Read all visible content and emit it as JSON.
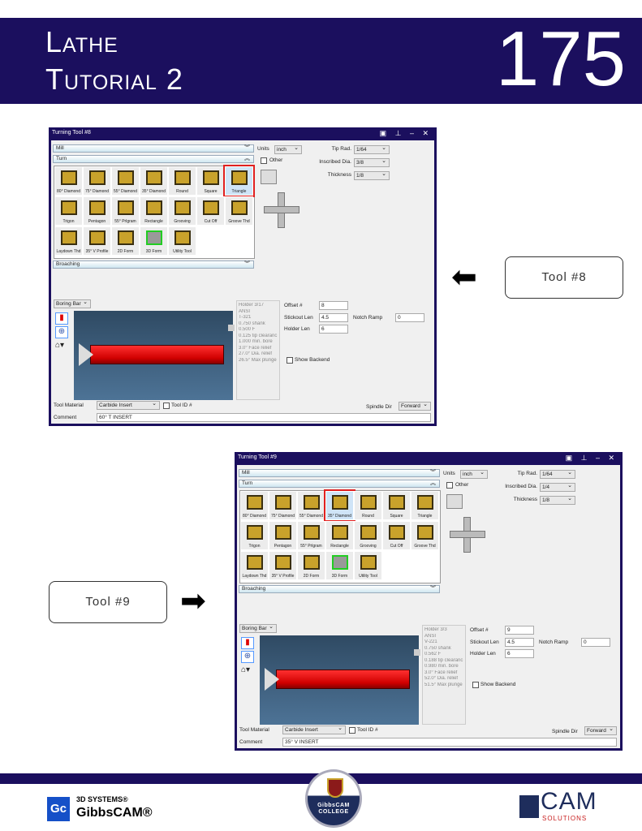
{
  "header": {
    "title_line1": "Lathe",
    "title_line2": "Tutorial 2",
    "page_number": "175"
  },
  "callouts": [
    {
      "label": "Tool #8"
    },
    {
      "label": "Tool #9"
    }
  ],
  "tiles": [
    "80° Diamond",
    "75° Diamond",
    "55° Diamond",
    "35° Diamond",
    "Round",
    "Square",
    "Triangle",
    "Trigon",
    "Pentagon",
    "55° Prlgram",
    "Rectangle",
    "Grooving",
    "Cut Off",
    "Groove Thd",
    "Laydown Thd",
    "35° V Profile",
    "2D Form",
    "3D Form",
    "Utility Tool"
  ],
  "labels": {
    "mill": "Mill",
    "turn": "Turn",
    "broaching": "Broaching",
    "units": "Units",
    "other": "Other",
    "tip_rad": "Tip Rad.",
    "inscribed": "Inscribed Dia.",
    "thickness": "Thickness",
    "offset": "Offset #",
    "stickout": "Stickout Len",
    "notch": "Notch Ramp",
    "holder": "Holder Len",
    "show_backend": "Show Backend",
    "tool_material": "Tool Material",
    "tool_id": "Tool ID #",
    "spindle": "Spindle Dir",
    "comment": "Comment"
  },
  "dialogs": [
    {
      "title": "Turning Tool #8",
      "selected_tile": 6,
      "units": "inch",
      "tip_rad": "1/64",
      "inscribed": "3/8",
      "thickness": "1/8",
      "holder_type": "Boring Bar",
      "offset": "8",
      "stickout": "4.5",
      "notch": "0",
      "holder": "6",
      "material": "Carbide Insert",
      "spindle": "Forward",
      "comment": "60° T INSERT",
      "info": [
        "Holder 3/17",
        "ANSI",
        "T-321",
        "0.750 shank",
        "0.500 F",
        "0.125 tip clearanc",
        "1.000 min. bore",
        "3.0° Face relief",
        "27.0° Dia. relief",
        "26.5° Max plunge"
      ]
    },
    {
      "title": "Turning Tool #9",
      "selected_tile": 3,
      "units": "inch",
      "tip_rad": "1/64",
      "inscribed": "1/4",
      "thickness": "1/8",
      "holder_type": "Boring Bar",
      "offset": "9",
      "stickout": "4.5",
      "notch": "0",
      "holder": "6",
      "material": "Carbide Insert",
      "spindle": "Forward",
      "comment": "35° V INSERT",
      "info": [
        "Holder 3/3",
        "ANSI",
        "V-221",
        "0.750 shank",
        "0.562 F",
        "0.188 tip clearanc",
        "0.980 min. bore",
        "3.0° Face relief",
        "52.0° Dia. relief",
        "51.5° Max plunge"
      ]
    }
  ],
  "footer": {
    "brand1_top": "3D SYSTEMS®",
    "brand1": "GibbsCAM®",
    "brand1_mark": "Gc",
    "college": "GibbsCAM COLLEGE",
    "brand2": "CAM",
    "brand2_sub": "SOLUTIONS"
  }
}
